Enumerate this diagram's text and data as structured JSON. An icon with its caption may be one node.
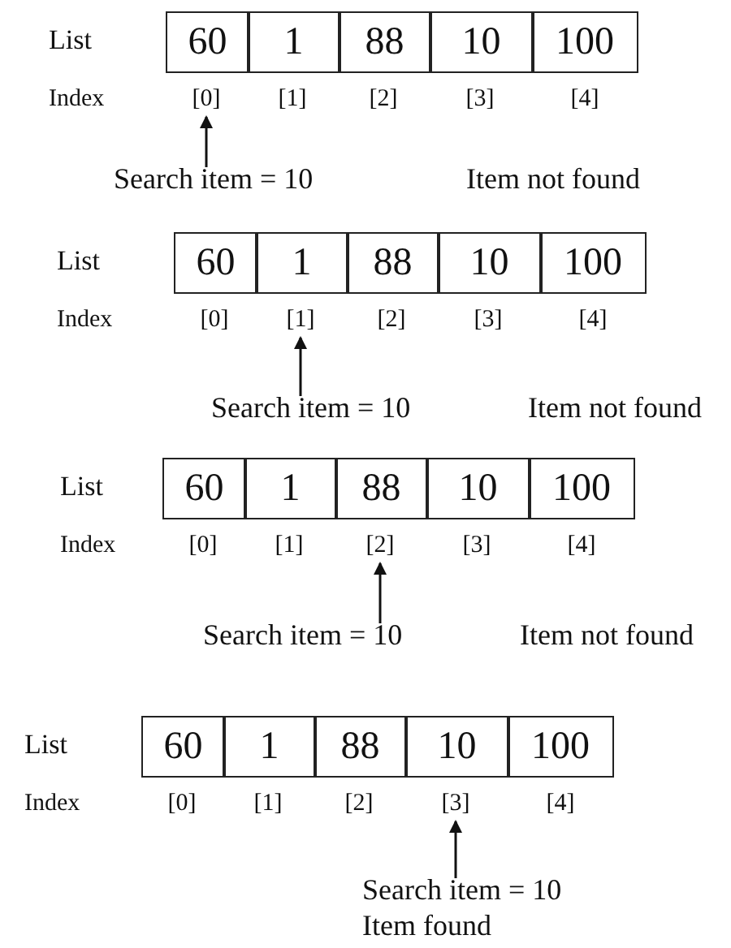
{
  "diagram": {
    "nodes": [
      {
        "text": [
          "60"
        ]
      },
      {
        "text": [
          "1"
        ]
      },
      {
        "text": [
          "88"
        ]
      },
      {
        "text": [
          "10"
        ]
      },
      {
        "text": [
          "100"
        ]
      },
      {
        "text": [
          "[0]"
        ]
      },
      {
        "text": [
          "[1]"
        ]
      },
      {
        "text": [
          "[2]"
        ]
      },
      {
        "text": [
          "[3]"
        ]
      },
      {
        "text": [
          "[4]"
        ]
      },
      {
        "text": [
          "Search item = 10"
        ]
      },
      {
        "text": [
          "60"
        ]
      },
      {
        "text": [
          "1"
        ]
      },
      {
        "text": [
          "88"
        ]
      },
      {
        "text": [
          "10"
        ]
      },
      {
        "text": [
          "100"
        ]
      },
      {
        "text": [
          "[0]"
        ]
      },
      {
        "text": [
          "[1]"
        ]
      },
      {
        "text": [
          "[2]"
        ]
      },
      {
        "text": [
          "[3]"
        ]
      },
      {
        "text": [
          "[4]"
        ]
      },
      {
        "text": [
          "Search item = 10"
        ]
      },
      {
        "text": [
          "60"
        ]
      },
      {
        "text": [
          "1"
        ]
      },
      {
        "text": [
          "88"
        ]
      },
      {
        "text": [
          "10"
        ]
      },
      {
        "text": [
          "100"
        ]
      },
      {
        "text": [
          "[0]"
        ]
      },
      {
        "text": [
          "[1]"
        ]
      },
      {
        "text": [
          "[2]"
        ]
      },
      {
        "text": [
          "[3]"
        ]
      },
      {
        "text": [
          "[4]"
        ]
      },
      {
        "text": [
          "Search item = 10"
        ]
      },
      {
        "text": [
          "60"
        ]
      },
      {
        "text": [
          "1"
        ]
      },
      {
        "text": [
          "88"
        ]
      },
      {
        "text": [
          "10"
        ]
      },
      {
        "text": [
          "100"
        ]
      },
      {
        "text": [
          "[0]"
        ]
      },
      {
        "text": [
          "[1]"
        ]
      },
      {
        "text": [
          "[2]"
        ]
      },
      {
        "text": [
          "[3]"
        ]
      },
      {
        "text": [
          "[4]"
        ]
      },
      {
        "text": [
          "Search item = 10"
        ]
      }
    ],
    "edges": [
      {
        "from": 10,
        "to": 5,
        "arrow": "to"
      },
      {
        "from": 21,
        "to": 17,
        "arrow": "to"
      },
      {
        "from": 32,
        "to": 29,
        "arrow": "to"
      },
      {
        "from": 43,
        "to": 41,
        "arrow": "to"
      }
    ],
    "labels": [
      "List",
      "Index",
      "Item not found",
      "List",
      "Index",
      "Item not found",
      "List",
      "Index",
      "Item not found",
      "List",
      "Index",
      "Item found"
    ]
  }
}
